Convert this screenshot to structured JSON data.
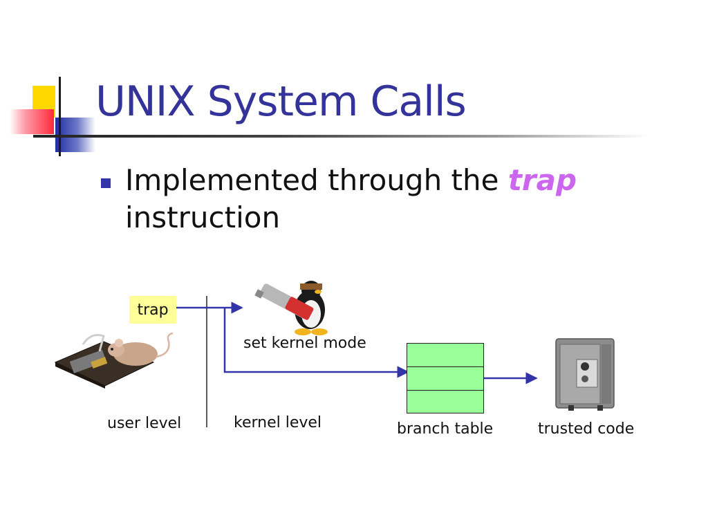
{
  "slide": {
    "title": "UNIX System Calls",
    "bullet": {
      "text_before": "Implemented through the ",
      "emphasis": "trap",
      "text_after": " instruction"
    }
  },
  "diagram": {
    "trap_label": "trap",
    "set_kernel_mode_label": "set kernel mode",
    "user_level_label": "user level",
    "kernel_level_label": "kernel level",
    "branch_table_label": "branch table",
    "trusted_code_label": "trusted code"
  },
  "colors": {
    "title": "#333399",
    "emphasis": "#cc66ee",
    "trap_box": "#ffff99",
    "branch_table": "#99ff99",
    "arrows": "#3333aa"
  },
  "icons": [
    "mousetrap-with-mouse-image",
    "penguin-with-battery-image",
    "safe-image"
  ]
}
